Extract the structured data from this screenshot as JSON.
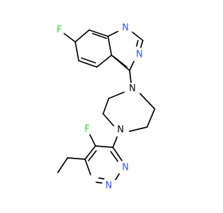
{
  "molecule": {
    "atoms": {
      "F_top": {
        "symbol": "F",
        "color": "#33cc33"
      },
      "N_q1": {
        "symbol": "N",
        "color": "#3050f8"
      },
      "N_q3": {
        "symbol": "N",
        "color": "#3050f8"
      },
      "N_d1": {
        "symbol": "N",
        "color": "#000000"
      },
      "N_d4": {
        "symbol": "N",
        "color": "#000000"
      },
      "F_mid": {
        "symbol": "F",
        "color": "#33cc33"
      },
      "N_p1": {
        "symbol": "N",
        "color": "#3050f8"
      },
      "N_p3": {
        "symbol": "N",
        "color": "#3050f8"
      }
    }
  }
}
